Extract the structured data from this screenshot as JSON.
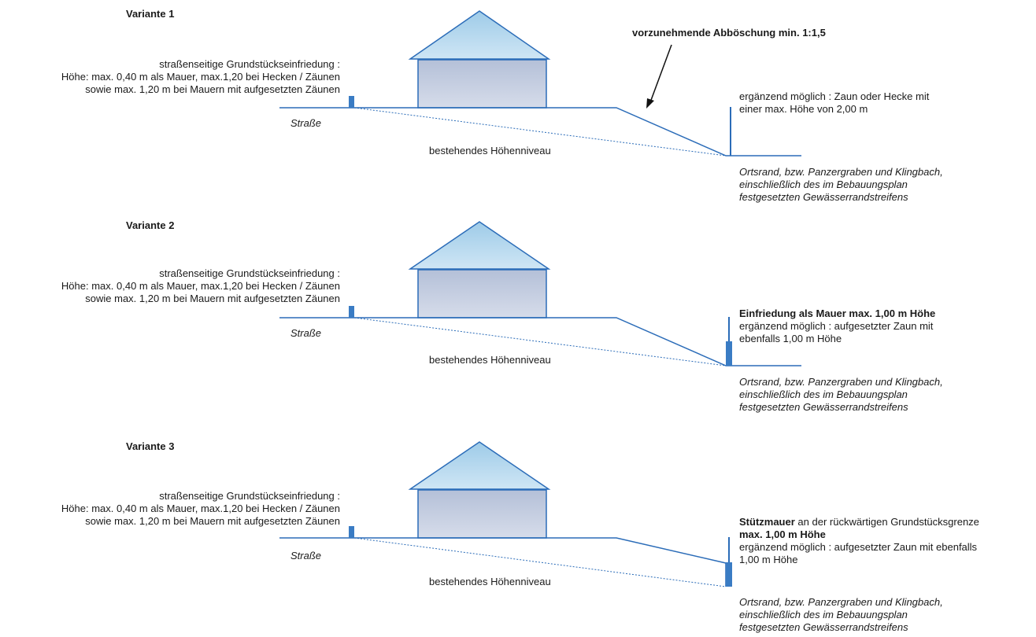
{
  "annotation": {
    "slope": "vorzunehmende Abböschung min. 1:1,5"
  },
  "variants": [
    {
      "title": "Variante 1",
      "left_lines": [
        "straßenseitige Grundstückseinfriedung :",
        "Höhe: max. 0,40 m als Mauer, max.1,20 bei Hecken / Zäunen",
        "sowie max. 1,20 m bei Mauern mit aufgesetzten Zäunen"
      ],
      "road_label": "Straße",
      "ground_label": "bestehendes Höhenniveau",
      "right_bold_line": "",
      "right_mixed": {
        "bold": "",
        "rest": ""
      },
      "right_bold_line2": "",
      "right_lines": [
        "ergänzend möglich : Zaun oder Hecke mit",
        "einer max. Höhe von 2,00  m"
      ],
      "edge_lines": [
        "Ortsrand, bzw. Panzergraben und Klingbach,",
        "einschließlich des im Bebauungsplan",
        "festgesetzten Gewässerrandstreifens"
      ]
    },
    {
      "title": "Variante 2",
      "left_lines": [
        "straßenseitige Grundstückseinfriedung :",
        "Höhe: max. 0,40 m als Mauer, max.1,20 bei Hecken / Zäunen",
        "sowie max. 1,20 m bei Mauern mit aufgesetzten Zäunen"
      ],
      "road_label": "Straße",
      "ground_label": "bestehendes Höhenniveau",
      "right_bold_line": "Einfriedung als Mauer max. 1,00 m Höhe",
      "right_mixed": {
        "bold": "",
        "rest": ""
      },
      "right_bold_line2": "",
      "right_lines": [
        "ergänzend möglich : aufgesetzter Zaun mit",
        "ebenfalls 1,00 m Höhe"
      ],
      "edge_lines": [
        "Ortsrand, bzw. Panzergraben und Klingbach,",
        "einschließlich des im Bebauungsplan",
        "festgesetzten Gewässerrandstreifens"
      ]
    },
    {
      "title": "Variante 3",
      "left_lines": [
        "straßenseitige Grundstückseinfriedung :",
        "Höhe: max. 0,40 m als Mauer, max.1,20 bei Hecken / Zäunen",
        "sowie max. 1,20 m bei Mauern mit aufgesetzten Zäunen"
      ],
      "road_label": "Straße",
      "ground_label": "bestehendes Höhenniveau",
      "right_bold_line": "",
      "right_mixed": {
        "bold": "Stützmauer",
        "rest": " an der rückwärtigen Grundstücksgrenze"
      },
      "right_bold_line2": "max. 1,00 m Höhe",
      "right_lines": [
        "ergänzend möglich : aufgesetzter Zaun mit  ebenfalls",
        "1,00 m Höhe"
      ],
      "edge_lines": [
        "Ortsrand, bzw. Panzergraben und Klingbach,",
        "einschließlich des im Bebauungsplan",
        "festgesetzten Gewässerrandstreifens"
      ]
    }
  ]
}
